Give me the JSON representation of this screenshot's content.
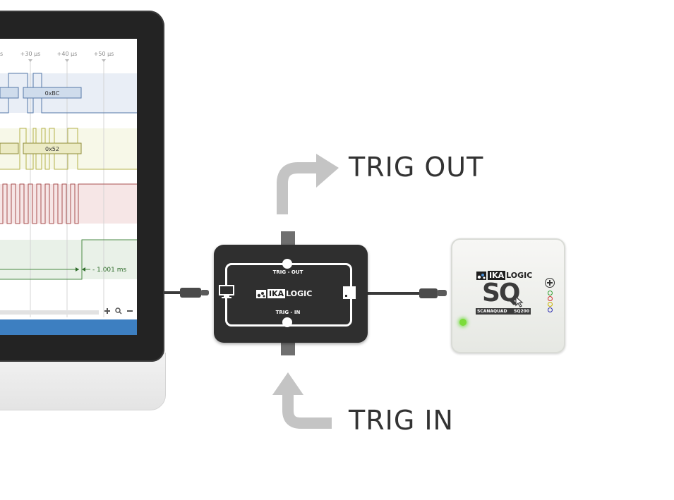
{
  "screen": {
    "ticks": [
      "+30 µs",
      "+40 µs",
      "+50 µs"
    ],
    "bus_values": [
      "0xBC",
      "0x52"
    ],
    "measurement": "1.001 ms",
    "toolbar_icons": [
      "plus-icon",
      "zoom-icon",
      "minus-icon"
    ]
  },
  "trigger_box": {
    "top_label": "TRIG - OUT",
    "bottom_label": "TRIG - IN",
    "logo_ika": "IKA",
    "logo_logic": "LOGIC"
  },
  "labels": {
    "trig_out": "TRIG OUT",
    "trig_in": "TRIG IN"
  },
  "device": {
    "logo_ika": "IKA",
    "logo_logic": "LOGIC",
    "name_big": "SQ",
    "bar_left": "SCANAQUAD",
    "bar_right": "SQ200",
    "io_colors": [
      "#2e9d2e",
      "#d03030",
      "#c9b000",
      "#2a2ab0"
    ]
  },
  "colors": {
    "arrow": "#c4c4c4",
    "row_blue": "#e9eef6",
    "row_yellow": "#f7f8e8",
    "row_red": "#f6e6e6",
    "row_green": "#e9f1e8",
    "screen_bottom": "#3d7fc1"
  }
}
